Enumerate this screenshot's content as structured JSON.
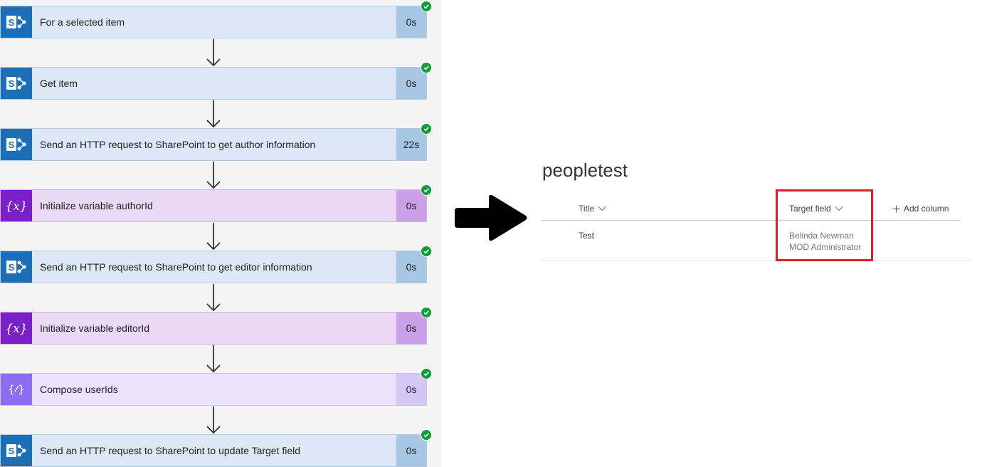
{
  "flow": {
    "steps": [
      {
        "label": "For a selected item",
        "duration": "0s",
        "kind": "sharepoint",
        "icon": "sharepoint-icon"
      },
      {
        "label": "Get item",
        "duration": "0s",
        "kind": "sharepoint",
        "icon": "sharepoint-icon"
      },
      {
        "label": "Send an HTTP request to SharePoint to get author information",
        "duration": "22s",
        "kind": "sharepoint",
        "icon": "sharepoint-icon"
      },
      {
        "label": "Initialize variable authorId",
        "duration": "0s",
        "kind": "variable",
        "icon": "variable-icon"
      },
      {
        "label": "Send an HTTP request to SharePoint to get editor information",
        "duration": "0s",
        "kind": "sharepoint",
        "icon": "sharepoint-icon"
      },
      {
        "label": "Initialize variable editorId",
        "duration": "0s",
        "kind": "variable",
        "icon": "variable-icon"
      },
      {
        "label": "Compose userIds",
        "duration": "0s",
        "kind": "compose",
        "icon": "compose-icon"
      },
      {
        "label": "Send an HTTP request to SharePoint to update Target field",
        "duration": "0s",
        "kind": "sharepoint",
        "icon": "sharepoint-icon"
      }
    ],
    "status_icon": "success-check-icon"
  },
  "list": {
    "title": "peopletest",
    "columns": {
      "title": "Title",
      "target": "Target field",
      "add": "Add column"
    },
    "rows": [
      {
        "title": "Test",
        "target": [
          "Belinda Newman",
          "MOD Administrator"
        ]
      }
    ]
  },
  "colors": {
    "sharepoint": "#1b6fb8",
    "variable": "#7b1fc9",
    "compose": "#8c6cf0",
    "success": "#0f9d3a",
    "highlight": "#e11d23"
  }
}
